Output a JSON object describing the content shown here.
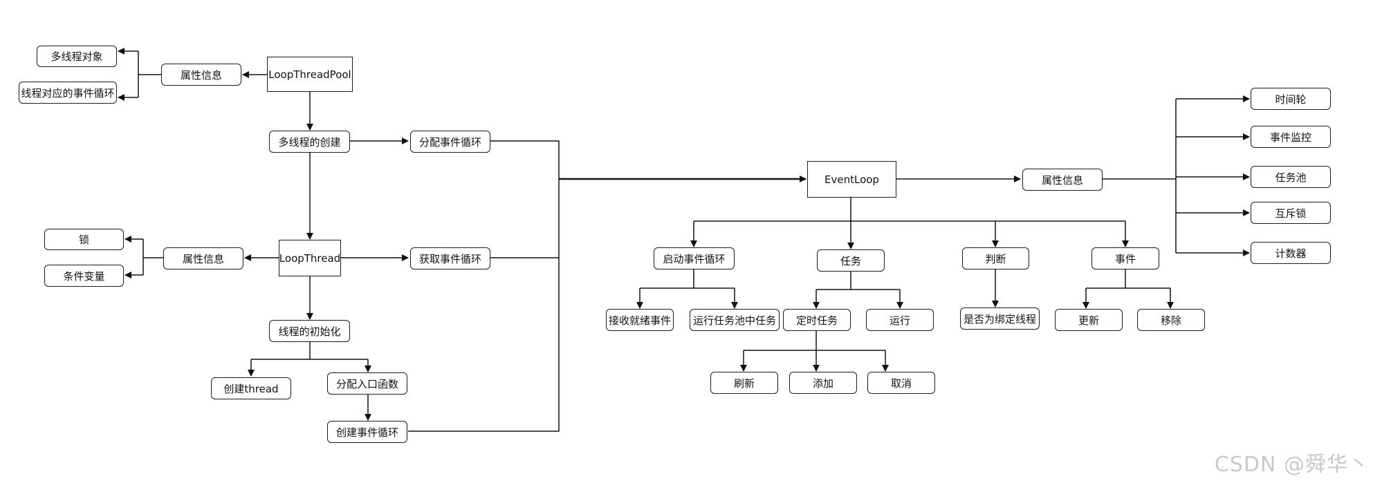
{
  "nodes": {
    "multi_thread_obj": "多线程对象",
    "pool_attr": "属性信息",
    "loop_thread_pool": "LoopThreadPool",
    "thread_loop_map": "线程对应的事件循环",
    "multi_thread_create": "多线程的创建",
    "assign_loop": "分配事件循环",
    "lock": "锁",
    "thread_attr": "属性信息",
    "loop_thread": "LoopThread",
    "get_loop": "获取事件循环",
    "cond_var": "条件变量",
    "thread_init": "线程的初始化",
    "create_thread": "创建thread",
    "assign_entry": "分配入口函数",
    "create_loop": "创建事件循环",
    "event_loop": "EventLoop",
    "loop_attr": "属性信息",
    "time_wheel": "时间轮",
    "event_monitor": "事件监控",
    "task_pool": "任务池",
    "mutex": "互斥锁",
    "counter": "计数器",
    "start_loop": "启动事件循环",
    "task": "任务",
    "judge": "判断",
    "event": "事件",
    "recv_ready": "接收就绪事件",
    "run_pool_tasks": "运行任务池中任务",
    "timer_task": "定时任务",
    "run": "运行",
    "bound_thread": "是否为绑定线程",
    "update": "更新",
    "remove": "移除",
    "refresh": "刷新",
    "add": "添加",
    "cancel": "取消"
  },
  "watermark": "CSDN @舜华丶"
}
